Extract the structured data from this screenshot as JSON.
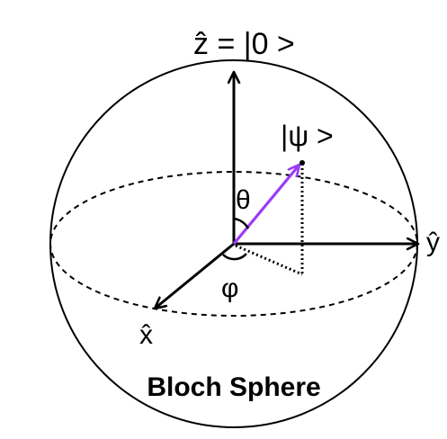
{
  "diagram": {
    "title": "Bloch Sphere",
    "axes": {
      "z_label": "ẑ = |0 >",
      "y_label": "ŷ",
      "x_label": "x̂"
    },
    "state_label": "|ψ >",
    "theta_label": "θ",
    "phi_label": "φ"
  },
  "colors": {
    "state_vector": "#9b3bf5",
    "axes": "#000000"
  }
}
